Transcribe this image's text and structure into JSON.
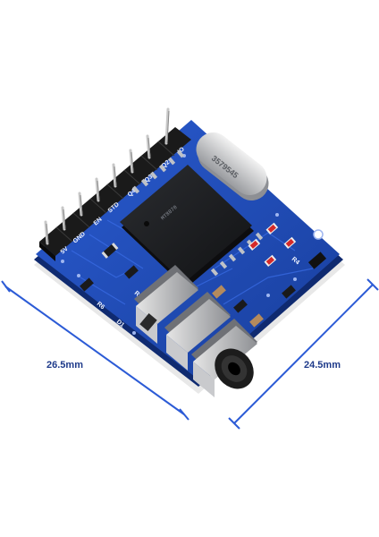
{
  "dimensions": {
    "width_label": "26.5mm",
    "depth_label": "24.5mm"
  },
  "board": {
    "crystal_marking": "3579545",
    "chip_marking_line1": "MT8870",
    "chip_marking_line2": "",
    "header_labels": [
      "IO",
      "Q2",
      "Q3",
      "Q4",
      "STD",
      "EN",
      "GND",
      "5V"
    ],
    "silkscreen": [
      "D1",
      "R6",
      "R2",
      "R4"
    ],
    "colors": {
      "pcb": "#1f49b5",
      "pcb_dark": "#173a93",
      "pcb_edge": "#0f2a70",
      "header": "#1a1a1a",
      "pin": "#c8c8c8",
      "dimension_line": "#2c5bd6",
      "led": "#d42a2a"
    }
  }
}
